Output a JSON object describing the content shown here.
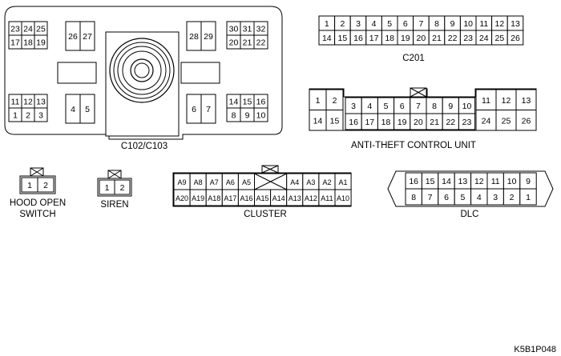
{
  "c102": {
    "label": "C102/C103",
    "tl_block": [
      [
        "23",
        "24",
        "25"
      ],
      [
        "17",
        "18",
        "19"
      ]
    ],
    "tm_block": [
      [
        "26",
        "27"
      ]
    ],
    "tr1_block": [
      [
        "28",
        "29"
      ]
    ],
    "tr2_block": [
      [
        "30",
        "31",
        "32"
      ],
      [
        "20",
        "21",
        "22"
      ]
    ],
    "bl_block": [
      [
        "11",
        "12",
        "13"
      ],
      [
        "1",
        "2",
        "3"
      ]
    ],
    "bm_block": [
      [
        "4",
        "5"
      ]
    ],
    "br1_block": [
      [
        "6",
        "7"
      ]
    ],
    "br2_block": [
      [
        "14",
        "15",
        "16"
      ],
      [
        "8",
        "9",
        "10"
      ]
    ]
  },
  "c201": {
    "label": "C201",
    "rows": [
      [
        "1",
        "2",
        "3",
        "4",
        "5",
        "6",
        "7",
        "8",
        "9",
        "10",
        "11",
        "12",
        "13"
      ],
      [
        "14",
        "15",
        "16",
        "17",
        "18",
        "19",
        "20",
        "21",
        "22",
        "23",
        "24",
        "25",
        "26"
      ]
    ]
  },
  "antitheft": {
    "label": "ANTI-THEFT CONTROL UNIT",
    "left": [
      [
        "1",
        "2"
      ],
      [
        "14",
        "15"
      ]
    ],
    "mid": [
      [
        "3",
        "4",
        "5",
        "6",
        "7",
        "8",
        "9",
        "10"
      ],
      [
        "16",
        "17",
        "18",
        "19",
        "20",
        "21",
        "22",
        "23"
      ]
    ],
    "right": [
      [
        "11",
        "12",
        "13"
      ],
      [
        "24",
        "25",
        "26"
      ]
    ]
  },
  "hood": {
    "label_line1": "HOOD OPEN",
    "label_line2": "SWITCH",
    "pins": [
      "1",
      "2"
    ]
  },
  "siren": {
    "label": "SIREN",
    "pins": [
      "1",
      "2"
    ]
  },
  "cluster": {
    "label": "CLUSTER",
    "left_top": [
      "A9",
      "A8",
      "A7",
      "A6",
      "A5"
    ],
    "right_top": [
      "A4",
      "A3",
      "A2",
      "A1"
    ],
    "bottom": [
      "A20",
      "A19",
      "A18",
      "A17",
      "A16",
      "A15",
      "A14",
      "A13",
      "A12",
      "A11",
      "A10"
    ]
  },
  "dlc": {
    "label": "DLC",
    "top": [
      "16",
      "15",
      "14",
      "13",
      "12",
      "11",
      "10",
      "9"
    ],
    "bottom": [
      "8",
      "7",
      "6",
      "5",
      "4",
      "3",
      "2",
      "1"
    ]
  },
  "figure_id": "K5B1P048"
}
